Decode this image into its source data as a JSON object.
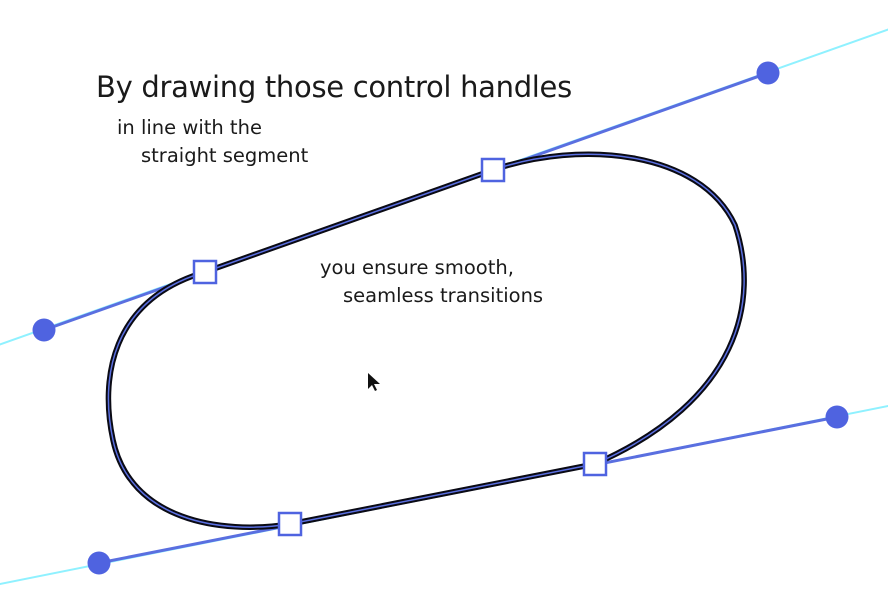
{
  "caption": {
    "title": "By drawing those control handles",
    "line1": "in line with the",
    "line2": "straight segment",
    "line3": "you ensure smooth,",
    "line4": "seamless transitions"
  },
  "colors": {
    "path_stroke": "#0a0a14",
    "path_inner": "#5a6fe0",
    "handle_line": "#5a6fe0",
    "guide_line": "#8ff1ff",
    "handle_dot": "#4f63e0",
    "anchor_fill": "#ffffff",
    "anchor_stroke": "#4f63e0",
    "cursor": "#111111"
  },
  "icons": {
    "handle": "circle",
    "anchor": "square",
    "cursor": "arrow-cursor-icon"
  }
}
